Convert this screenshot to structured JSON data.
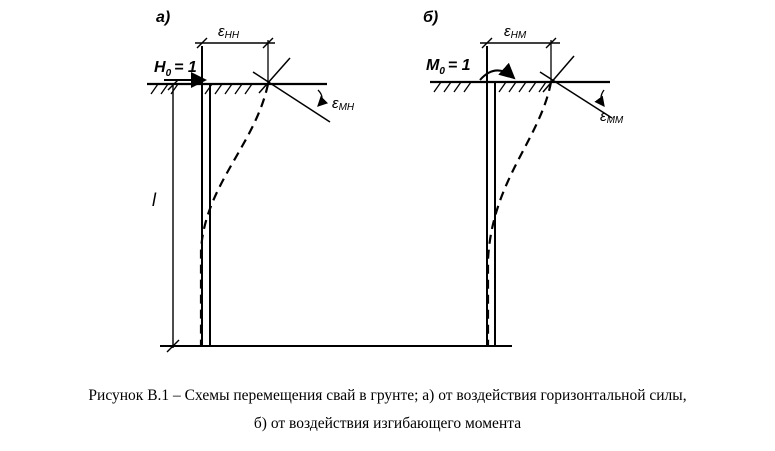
{
  "panels": [
    {
      "label": "а)",
      "displacement": "ε",
      "displacement_sub": "НН",
      "force": "H",
      "force_sub": "0",
      "force_value": "= 1",
      "rotation": "ε",
      "rotation_sub": "МН",
      "length": "l"
    },
    {
      "label": "б)",
      "displacement": "ε",
      "displacement_sub": "НМ",
      "force": "M",
      "force_sub": "0",
      "force_value": "= 1",
      "rotation": "ε",
      "rotation_sub": "ММ"
    }
  ],
  "caption": {
    "line1": "Рисунок В.1 – Схемы перемещения свай в грунте; а) от воздействия горизонтальной силы,",
    "line2": "б) от воздействия изгибающего момента"
  }
}
